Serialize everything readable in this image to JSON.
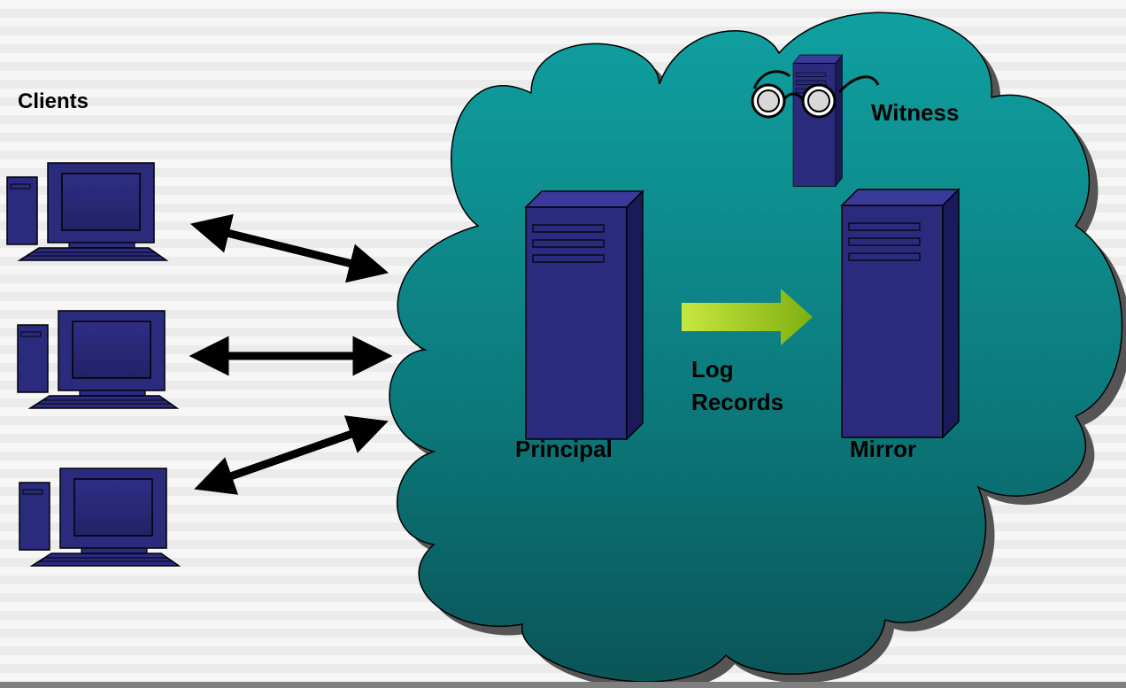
{
  "labels": {
    "clients": "Clients",
    "witness": "Witness",
    "principal": "Principal",
    "mirror": "Mirror",
    "log_line1": "Log",
    "log_line2": "Records"
  },
  "colors": {
    "cloud_top": "#0f9b9b",
    "cloud_bottom": "#0a5a5d",
    "server_face": "#2a2a7a",
    "server_side": "#1a1a5a",
    "arrow_green": "#9acd1a",
    "background": "#f3f3f3"
  }
}
